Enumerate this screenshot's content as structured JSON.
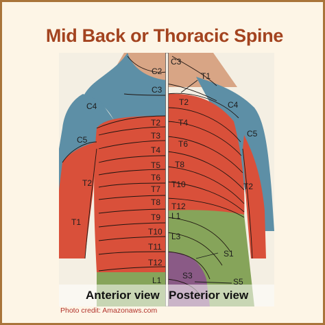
{
  "title": "Mid Back or Thoracic Spine",
  "credit": "Photo credit: Amazonaws.com",
  "captions": {
    "anterior": "Anterior view",
    "posterior": "Posterior view"
  },
  "anterior_labels": [
    "C2",
    "C3",
    "C4",
    "C5",
    "T2",
    "T3",
    "T4",
    "T5",
    "T6",
    "T7",
    "T8",
    "T9",
    "T10",
    "T11",
    "T12",
    "L1",
    "T2",
    "T1"
  ],
  "posterior_labels": [
    "C3",
    "T1",
    "T2",
    "C4",
    "T4",
    "C5",
    "T6",
    "T8",
    "T10",
    "T12",
    "L1",
    "L3",
    "S1",
    "S3",
    "S5",
    "T2"
  ],
  "colors": {
    "title": "#a3431f",
    "frame": "#a9743a",
    "cervical_blue": "#5d8fa6",
    "thoracic_red": "#d9503a",
    "lumbar_green": "#86a45a",
    "sacral_purple": "#8a5a86",
    "skin": "#d9a584",
    "credit": "#b1322a"
  }
}
